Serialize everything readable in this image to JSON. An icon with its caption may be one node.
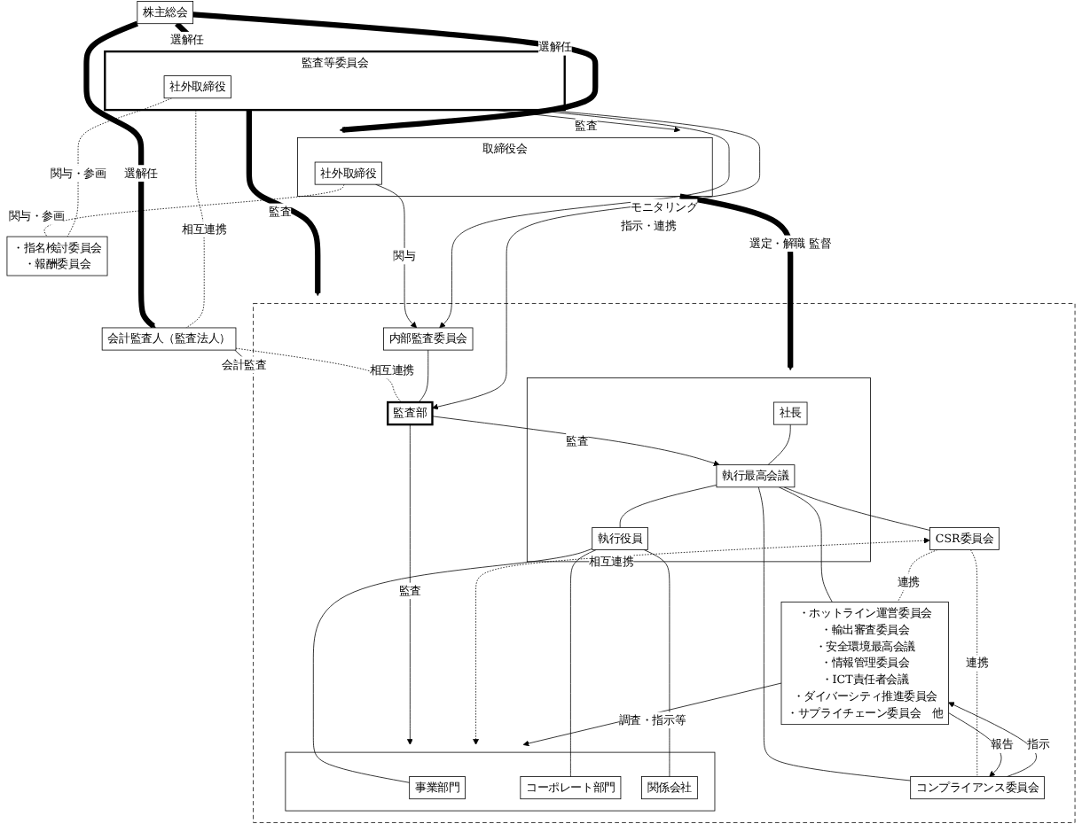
{
  "diagram": {
    "nodes": [
      {
        "text": [
          "株主総会"
        ]
      },
      {
        "text": [
          "取締役会"
        ]
      },
      {
        "text": [
          "社外取締役"
        ],
        "in": 1
      },
      {
        "text": [
          "監査等委員会"
        ]
      },
      {
        "text": [
          "社外取締役"
        ],
        "in": 3
      },
      {
        "text": [
          "会計監査人（監査法人）"
        ]
      },
      {
        "text": [
          "・指名検討委員会",
          "・報酬委員会"
        ]
      },
      {
        "text": [],
        "shape": "box"
      },
      {
        "text": [
          "内部監査委員会"
        ],
        "in": 7
      },
      {
        "text": [
          "監査部"
        ],
        "in": 7
      },
      {
        "text": [],
        "shape": "box",
        "in": 7
      },
      {
        "text": [
          "社長"
        ],
        "in": 10
      },
      {
        "text": [
          "執行最高会議"
        ],
        "in": 10
      },
      {
        "text": [
          "執行役員"
        ],
        "in": 10
      },
      {
        "text": [],
        "shape": "box",
        "in": 7
      },
      {
        "text": [
          "事業部門"
        ],
        "in": 14
      },
      {
        "text": [
          "コーポレート部門"
        ],
        "in": 14
      },
      {
        "text": [
          "関係会社"
        ],
        "in": 14
      },
      {
        "text": [
          "CSR委員会"
        ],
        "in": 7
      },
      {
        "text": [
          "コンプライアンス委員会"
        ],
        "in": 7
      },
      {
        "text": [
          "・ホットライン運営委員会",
          "・輸出審査委員会",
          "・安全環境最高会議",
          "・情報管理委員会",
          "・ICT責任者会議",
          "・ダイバーシティ推進委員会",
          "・サプライチェーン委員会　他"
        ],
        "in": 7
      }
    ],
    "edges": [
      {
        "from": 0,
        "to": 1,
        "arrow": "to",
        "label": "選解任",
        "style": "thick"
      },
      {
        "from": 0,
        "to": 3,
        "arrow": "to",
        "label": "選解任",
        "style": "thick"
      },
      {
        "from": 0,
        "to": 5,
        "arrow": "to",
        "label": "選解任",
        "style": "thick"
      },
      {
        "from": 3,
        "to": 1,
        "arrow": "to",
        "label": "監査"
      },
      {
        "from": 3,
        "to": 5,
        "arrow": "none",
        "label": "相互連携",
        "style": "dashed"
      },
      {
        "from": 2,
        "to": 6,
        "arrow": "none",
        "label": "関与・参画",
        "style": "dashed"
      },
      {
        "from": 4,
        "to": 6,
        "arrow": "none",
        "label": "関与・参画",
        "style": "dashed"
      },
      {
        "from": 1,
        "to": 10,
        "arrow": "to",
        "label": "選定・解職 監督",
        "style": "thick"
      },
      {
        "from": 2,
        "to": 8,
        "arrow": "to",
        "label": "関与"
      },
      {
        "from": 3,
        "to": 8,
        "arrow": "to",
        "label": "モニタリング"
      },
      {
        "from": 3,
        "to": 7,
        "arrow": "to",
        "label": "監査",
        "style": "thick"
      },
      {
        "from": 3,
        "to": 9,
        "arrow": "to",
        "label": "指示・連携"
      },
      {
        "from": 5,
        "to": 9,
        "arrow": "none",
        "label": "相互連携",
        "style": "dashed"
      },
      {
        "from": 5,
        "to": 7,
        "arrow": "to",
        "label": "会計監査"
      },
      {
        "from": 8,
        "to": 9,
        "arrow": "none"
      },
      {
        "from": 9,
        "to": 12,
        "arrow": "to",
        "label": "監査"
      },
      {
        "from": 9,
        "to": 14,
        "arrow": "to",
        "label": "監査"
      },
      {
        "from": 11,
        "to": 12,
        "arrow": "none"
      },
      {
        "from": 12,
        "to": 13,
        "arrow": "none"
      },
      {
        "from": 12,
        "to": 18,
        "arrow": "none"
      },
      {
        "from": 12,
        "to": 19,
        "arrow": "none"
      },
      {
        "from": 12,
        "to": 20,
        "arrow": "none"
      },
      {
        "from": 13,
        "to": 15,
        "arrow": "none"
      },
      {
        "from": 13,
        "to": 16,
        "arrow": "none"
      },
      {
        "from": 13,
        "to": 17,
        "arrow": "none"
      },
      {
        "from": 18,
        "to": 20,
        "arrow": "none",
        "label": "連携",
        "style": "dashed"
      },
      {
        "from": 18,
        "to": 19,
        "arrow": "none",
        "label": "連携",
        "style": "dashed"
      },
      {
        "from": 18,
        "to": 14,
        "arrow": "both",
        "label": "相互連携",
        "style": "dashed"
      },
      {
        "from": 19,
        "to": 20,
        "arrow": "to",
        "label": "指示"
      },
      {
        "from": 20,
        "to": 19,
        "arrow": "to",
        "label": "報告"
      },
      {
        "from": 20,
        "to": 14,
        "arrow": "to",
        "label": "調査・指示等"
      }
    ]
  }
}
